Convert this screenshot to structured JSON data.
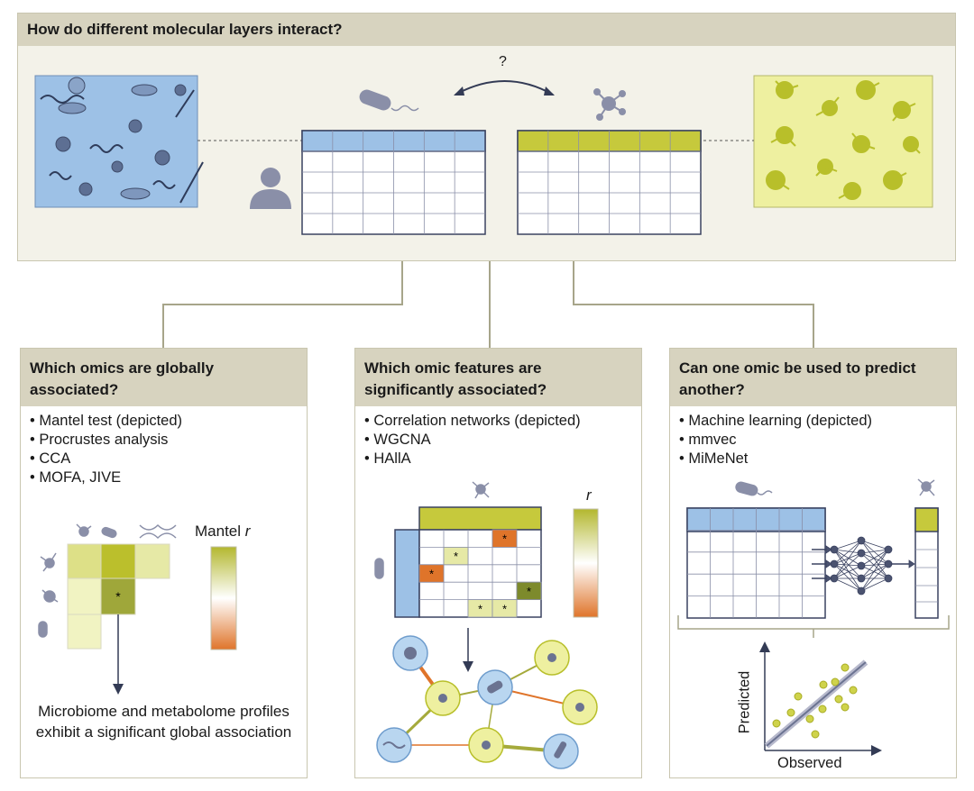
{
  "top": {
    "title": "How do different molecular layers interact?",
    "question_mark": "?"
  },
  "panels": [
    {
      "title": "Which omics are globally associated?",
      "methods": [
        "Mantel test (depicted)",
        "Procrustes analysis",
        "CCA",
        "MOFA, JIVE"
      ]
    },
    {
      "title": "Which omic features are significantly associated?",
      "methods": [
        "Correlation networks (depicted)",
        "WGCNA",
        "HAllA"
      ]
    },
    {
      "title": "Can one omic be used to predict another?",
      "methods": [
        "Machine learning (depicted)",
        "mmvec",
        "MiMeNet"
      ]
    }
  ],
  "mantel": {
    "label": "Mantel",
    "label_italic": "r",
    "conclusion": "Microbiome and metabolome profiles exhibit a significant global association"
  },
  "correlation": {
    "colorbar_label": "r",
    "asterisk": "*"
  },
  "prediction": {
    "xlabel": "Observed",
    "ylabel": "Predicted"
  },
  "colors": {
    "microbe_blue": "#9dc1e6",
    "metabolite_green": "#c6c93c",
    "negative_orange": "#e07a2e",
    "panel_header": "#d7d3bf",
    "icon_gray": "#8a8fa8"
  }
}
